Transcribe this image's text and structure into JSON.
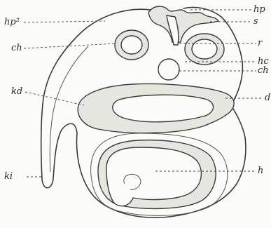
{
  "labels": {
    "hp2": "hp²",
    "ch_left": "ch",
    "kd": "kd",
    "ki": "ki",
    "hp": "hp",
    "s": "s",
    "r": "r",
    "hc": "hc",
    "ch_right": "ch",
    "d": "d",
    "h": "h"
  },
  "colors": {
    "ink": "#3a3a3a",
    "paper": "#fbfbf8",
    "shade": "#e6e6e1"
  }
}
